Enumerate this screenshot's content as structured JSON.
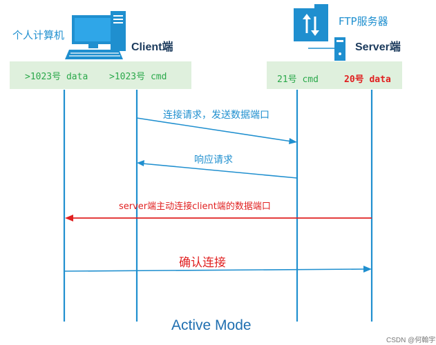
{
  "client": {
    "device_label": "个人计算机",
    "role_label": "Client端",
    "ports": [
      {
        "text": ">1023号 data",
        "color": "#2aa84a"
      },
      {
        "text": ">1023号 cmd",
        "color": "#2aa84a"
      }
    ]
  },
  "server": {
    "device_label": "FTP服务器",
    "role_label": "Server端",
    "ports": [
      {
        "text": "21号 cmd",
        "color": "#2aa84a"
      },
      {
        "text": "20号 data",
        "color": "#e02020"
      }
    ]
  },
  "messages": [
    {
      "text": "连接请求，发送数据端口",
      "color": "#1f8fcf",
      "direction": "client-cmd-to-server-cmd"
    },
    {
      "text": "响应请求",
      "color": "#1f8fcf",
      "direction": "server-cmd-to-client-cmd"
    },
    {
      "text": "server端主动连接client端的数据端口",
      "color": "#e02020",
      "direction": "server-data-to-client-data"
    },
    {
      "text": "确认连接",
      "color": "#e02020",
      "direction": "client-data-to-server-data"
    }
  ],
  "colors": {
    "lifeline": "#1f8fcf",
    "port_bg": "#dff0dd",
    "arrow_blue": "#1f8fcf",
    "arrow_red": "#e02020"
  },
  "footer": "Active Mode",
  "credit": "CSDN @何翰宇"
}
